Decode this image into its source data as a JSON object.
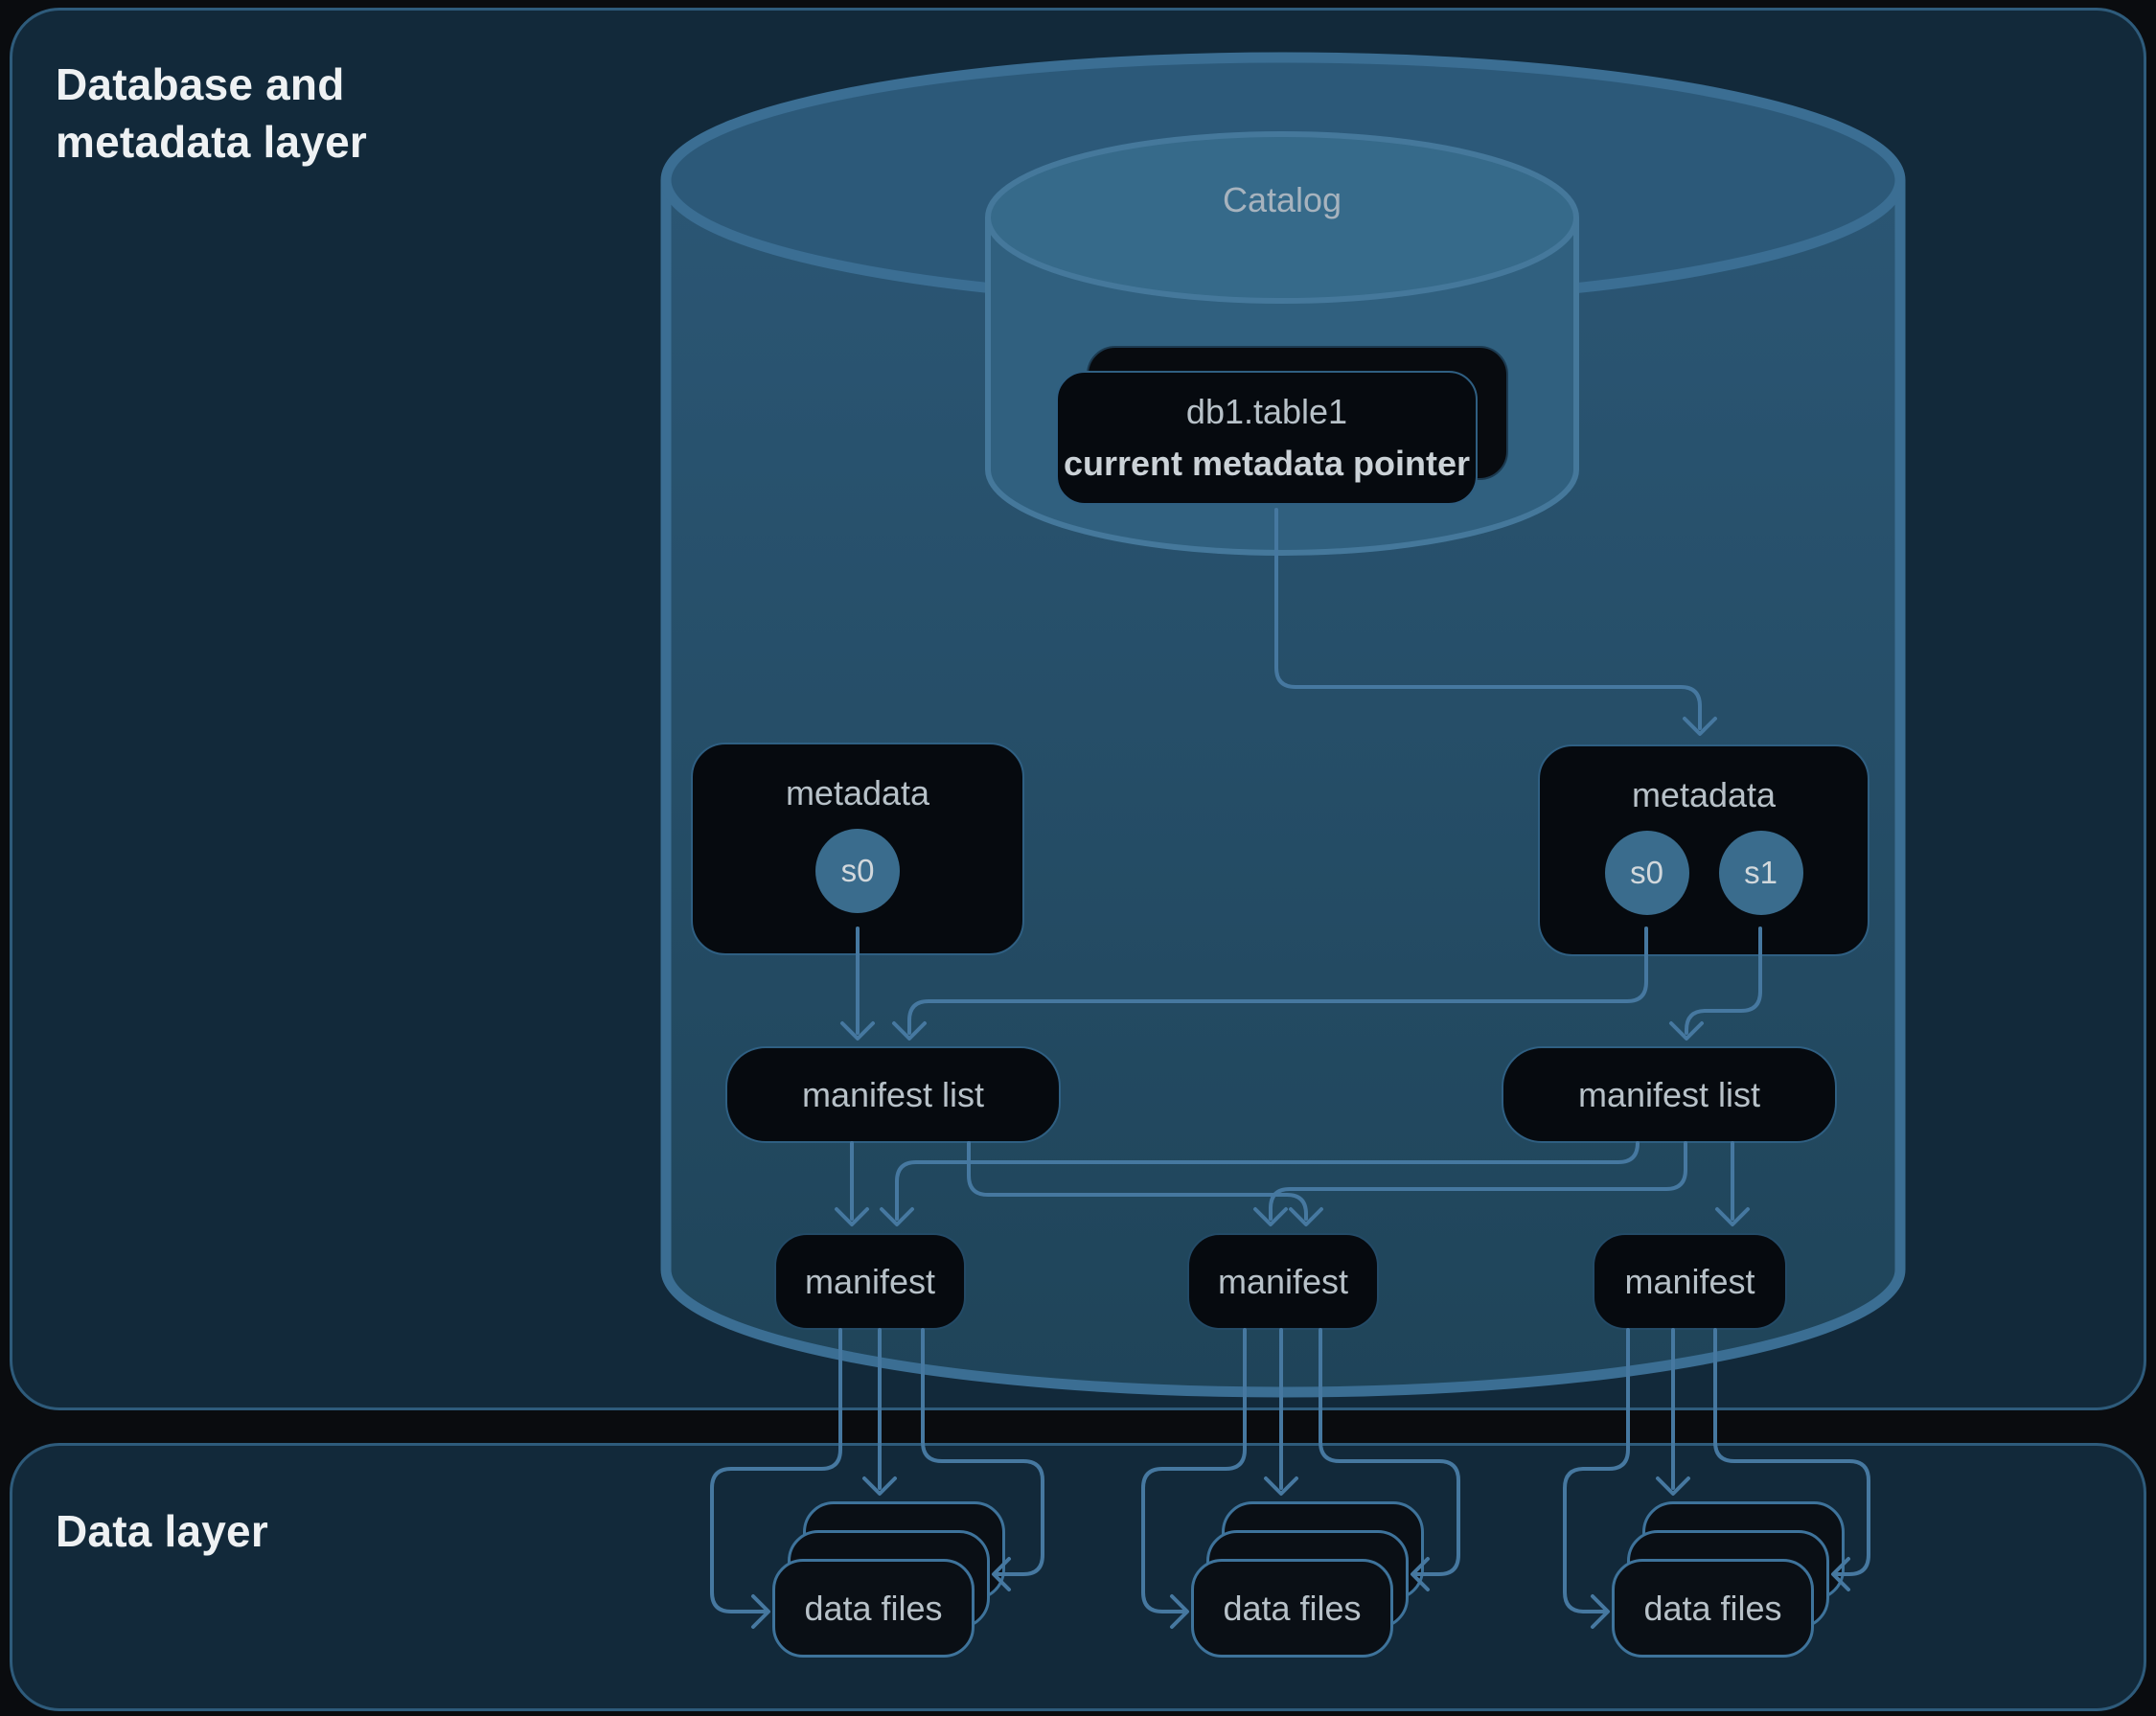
{
  "titles": {
    "metadata_layer": "Database and metadata layer",
    "data_layer": "Data layer"
  },
  "catalog": {
    "label": "Catalog",
    "pointer": {
      "name": "db1.table1",
      "role": "current metadata pointer"
    }
  },
  "metadata_files": [
    {
      "label": "metadata",
      "snapshots": [
        "s0"
      ]
    },
    {
      "label": "metadata",
      "snapshots": [
        "s0",
        "s1"
      ]
    }
  ],
  "manifest_lists": [
    {
      "label": "manifest list"
    },
    {
      "label": "manifest list"
    }
  ],
  "manifests": [
    {
      "label": "manifest"
    },
    {
      "label": "manifest"
    },
    {
      "label": "manifest"
    }
  ],
  "data_file_groups": [
    {
      "label": "data files"
    },
    {
      "label": "data files"
    },
    {
      "label": "data files"
    }
  ],
  "colors": {
    "panel_bg": "#12293A",
    "panel_border": "#2E5B7B",
    "page_bg": "#0A0C0F",
    "cylinder_body_top": "#2B5674",
    "cylinder_body_bottom": "#1F4459",
    "cylinder_top": "#2C5979",
    "cylinder_stroke": "#3B6E93",
    "inner_body": "#30607F",
    "inner_top": "#366A8A",
    "inner_stroke": "#45789B",
    "node_bg": "#060A0F",
    "node_border": "#2F5F82",
    "connector": "#4678A0",
    "snapshot_circle": "#3A6C8D"
  }
}
